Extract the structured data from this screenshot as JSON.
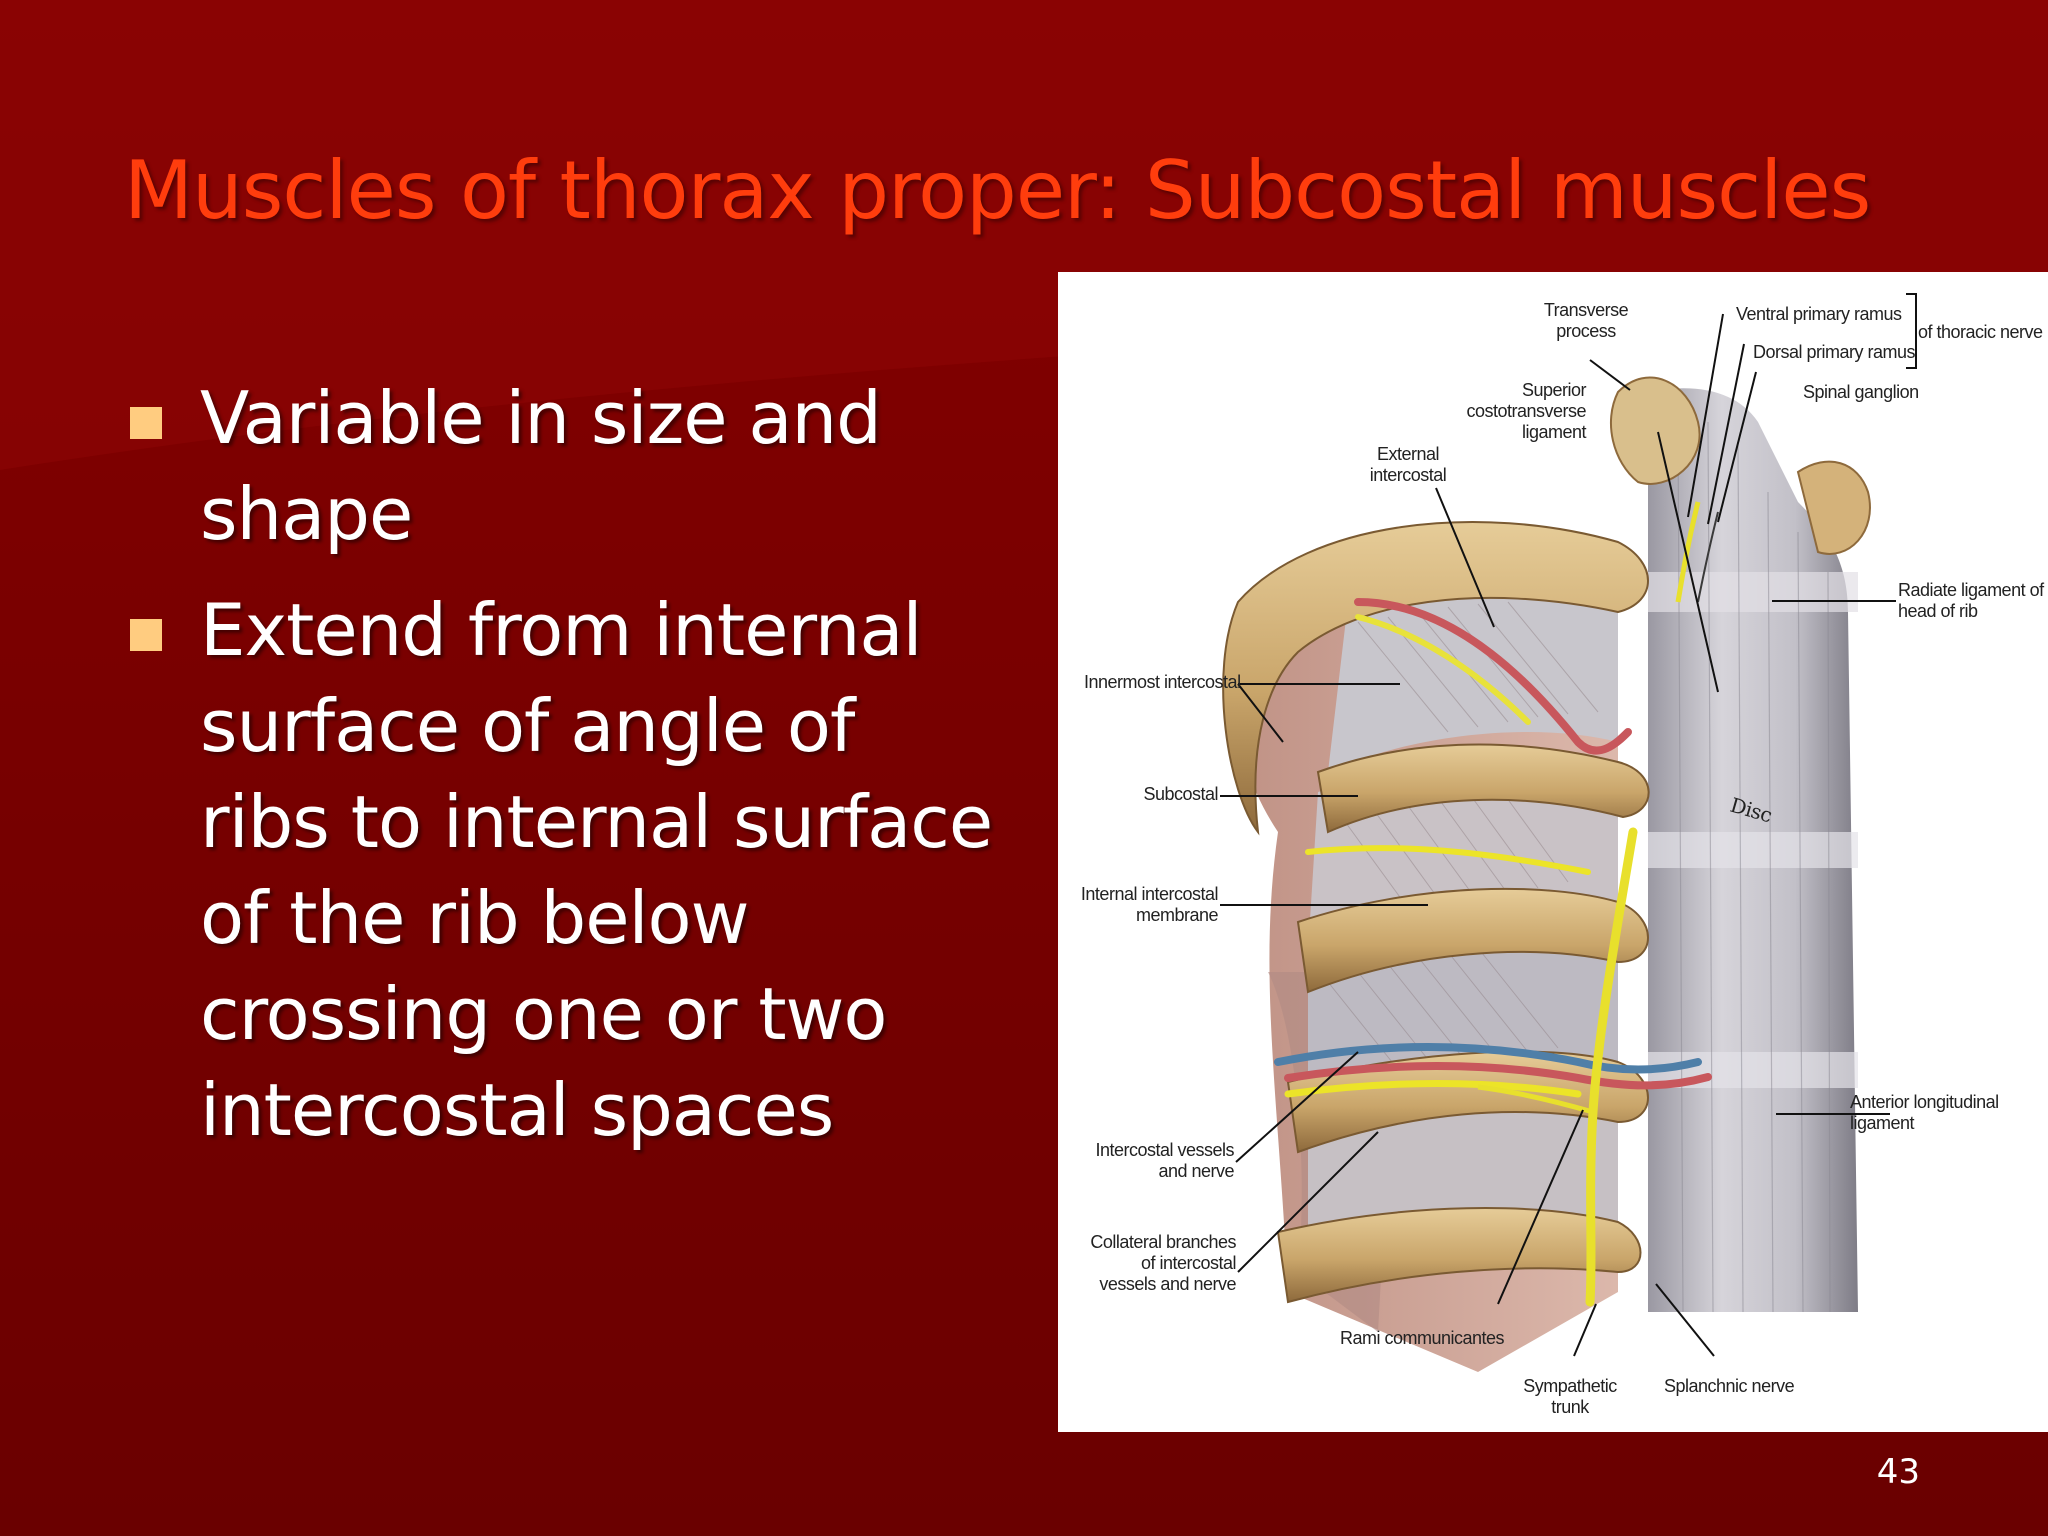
{
  "slide": {
    "title": "Muscles of thorax proper: Subcostal muscles",
    "page_number": "43",
    "bullets": [
      "Variable in size and shape",
      "Extend from internal surface of angle of ribs to internal surface of the rib below crossing one or two intercostal spaces"
    ]
  },
  "figure": {
    "labels": {
      "transverse_process": "Transverse\nprocess",
      "ventral_primary_ramus": "Ventral primary ramus",
      "dorsal_primary_ramus": "Dorsal primary ramus",
      "of_thoracic_nerve": "of thoracic nerve",
      "spinal_ganglion": "Spinal ganglion",
      "superior_costotransverse_ligament": "Superior\ncostotransverse\nligament",
      "external_intercostal": "External\nintercostal",
      "radiate_ligament": "Radiate ligament of\nhead of rib",
      "innermost_intercostal": "Innermost intercostal",
      "subcostal": "Subcostal",
      "disc": "Disc",
      "internal_intercostal_membrane": "Internal intercostal\nmembrane",
      "anterior_longitudinal_ligament": "Anterior longitudinal\nligament",
      "intercostal_vessels_and_nerve": "Intercostal vessels\nand nerve",
      "collateral_branches": "Collateral branches\nof intercostal\nvessels and nerve",
      "rami_communicantes": "Rami communicantes",
      "sympathetic_trunk": "Sympathetic\ntrunk",
      "splanchnic_nerve": "Splanchnic nerve"
    }
  },
  "colors": {
    "background": "#750000",
    "title": "#ff3d0d",
    "bullet_text": "#ffffff",
    "bullet_marker": "#ffcc80"
  }
}
